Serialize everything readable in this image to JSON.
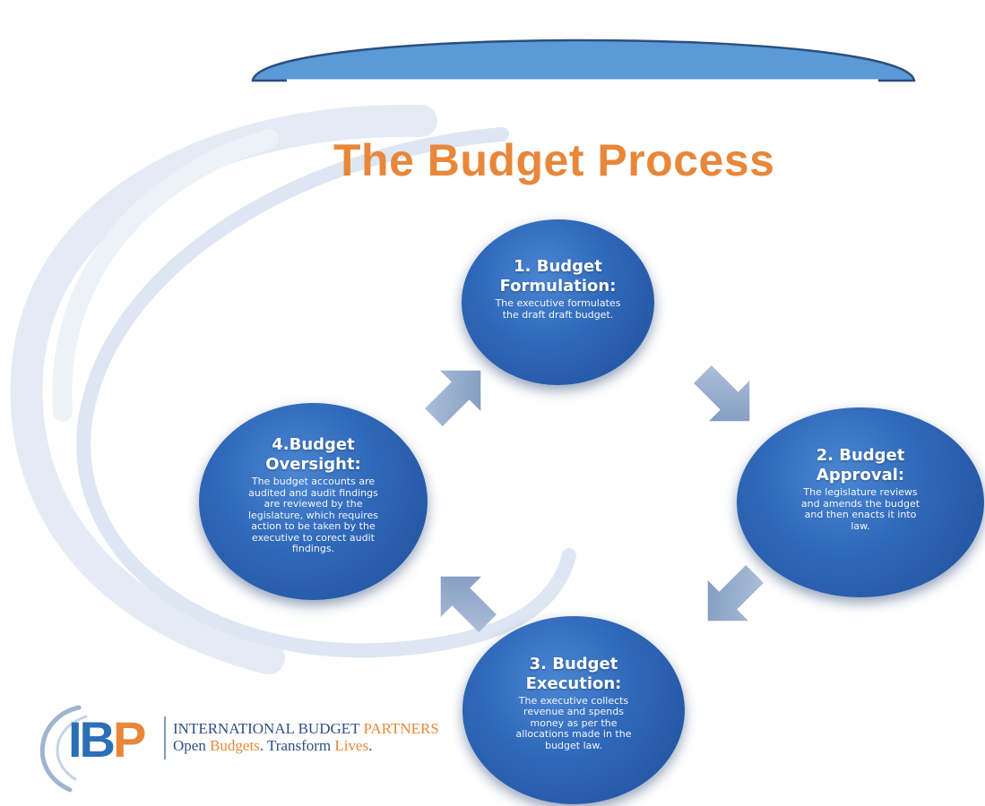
{
  "title": "The Budget Process",
  "stages": [
    {
      "heading": "1. Budget\nFormulation:",
      "description": "The executive formulates\nthe draft draft budget."
    },
    {
      "heading": "2. Budget\nApproval:",
      "description": "The legislature reviews\nand amends the budget\nand then enacts it into\nlaw."
    },
    {
      "heading": "3. Budget\nExecution:",
      "description": "The executive collects\nrevenue and spends\nmoney as per the\nallocations made in the\nbudget law."
    },
    {
      "heading": "4.Budget\nOversight:",
      "description": "The budget accounts are\naudited and audit findings\nare reviewed by the\nlegislature, which requires\naction to be taken by the\nexecutive to corect audit\nfindings."
    }
  ],
  "logo": {
    "mark_ib": "IB",
    "mark_p": "P",
    "org_name_part1": "INTERNATIONAL BUDGET ",
    "org_name_part2": "PARTNERS",
    "tagline_open": "Open ",
    "tagline_budgets": "Budgets",
    "tagline_transform": ". Transform ",
    "tagline_lives": "Lives",
    "tagline_end": "."
  },
  "colors": {
    "title": "#e8873a",
    "circle": "#2f67b8",
    "arrow": "#8ea6c8",
    "banner": "#5b9ad6",
    "brand_blue": "#2b6fb6",
    "brand_orange": "#e8873a"
  }
}
